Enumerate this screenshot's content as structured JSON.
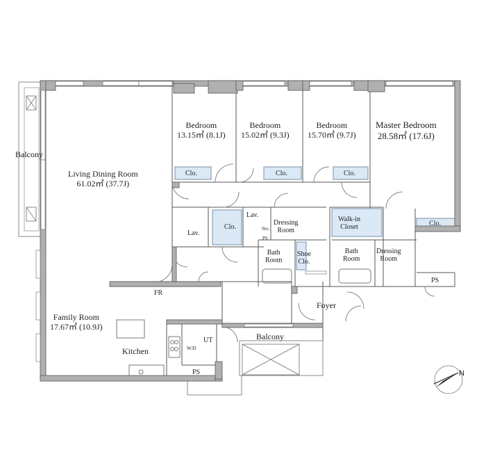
{
  "rooms": {
    "balcony_west": "Balcony",
    "living": {
      "name": "Living Dining Room",
      "area": "61.02㎡ (37.7J)"
    },
    "bedroom1": {
      "name": "Bedroom",
      "area": "13.15㎡ (8.1J)"
    },
    "bedroom2": {
      "name": "Bedroom",
      "area": "15.02㎡ (9.3J)"
    },
    "bedroom3": {
      "name": "Bedroom",
      "area": "15.70㎡ (9.7J)"
    },
    "master": {
      "name": "Master Bedroom",
      "area": "28.58㎡ (17.6J)"
    },
    "family": {
      "name": "Family Room",
      "area": "17.67㎡ (10.9J)"
    },
    "kitchen": "Kitchen",
    "balcony_south": "Balcony",
    "foyer": "Foyer"
  },
  "fixtures": {
    "clo1": "Clo.",
    "clo2": "Clo.",
    "clo3": "Clo.",
    "clo4": "Clo.",
    "clo5": "Clo.",
    "lav1": "Lav.",
    "lav2": "Lav.",
    "sto": "Sto.",
    "ps1": "PS",
    "ps2": "PS",
    "ps3": "PS",
    "dressing1_a": "Dressing",
    "dressing1_b": "Room",
    "dressing2_a": "Dressing",
    "dressing2_b": "Room",
    "bath1_a": "Bath",
    "bath1_b": "Room",
    "bath2_a": "Bath",
    "bath2_b": "Room",
    "shoe_a": "Shoe",
    "shoe_b": "Clo.",
    "walkin_a": "Walk-in",
    "walkin_b": "Closet",
    "fr": "FR",
    "ut": "UT",
    "wd": "W/D"
  },
  "compass": {
    "letter": "N"
  },
  "colors": {
    "wall": "#b0b0b0",
    "line": "#555555",
    "closet": "#dbe8f5"
  }
}
